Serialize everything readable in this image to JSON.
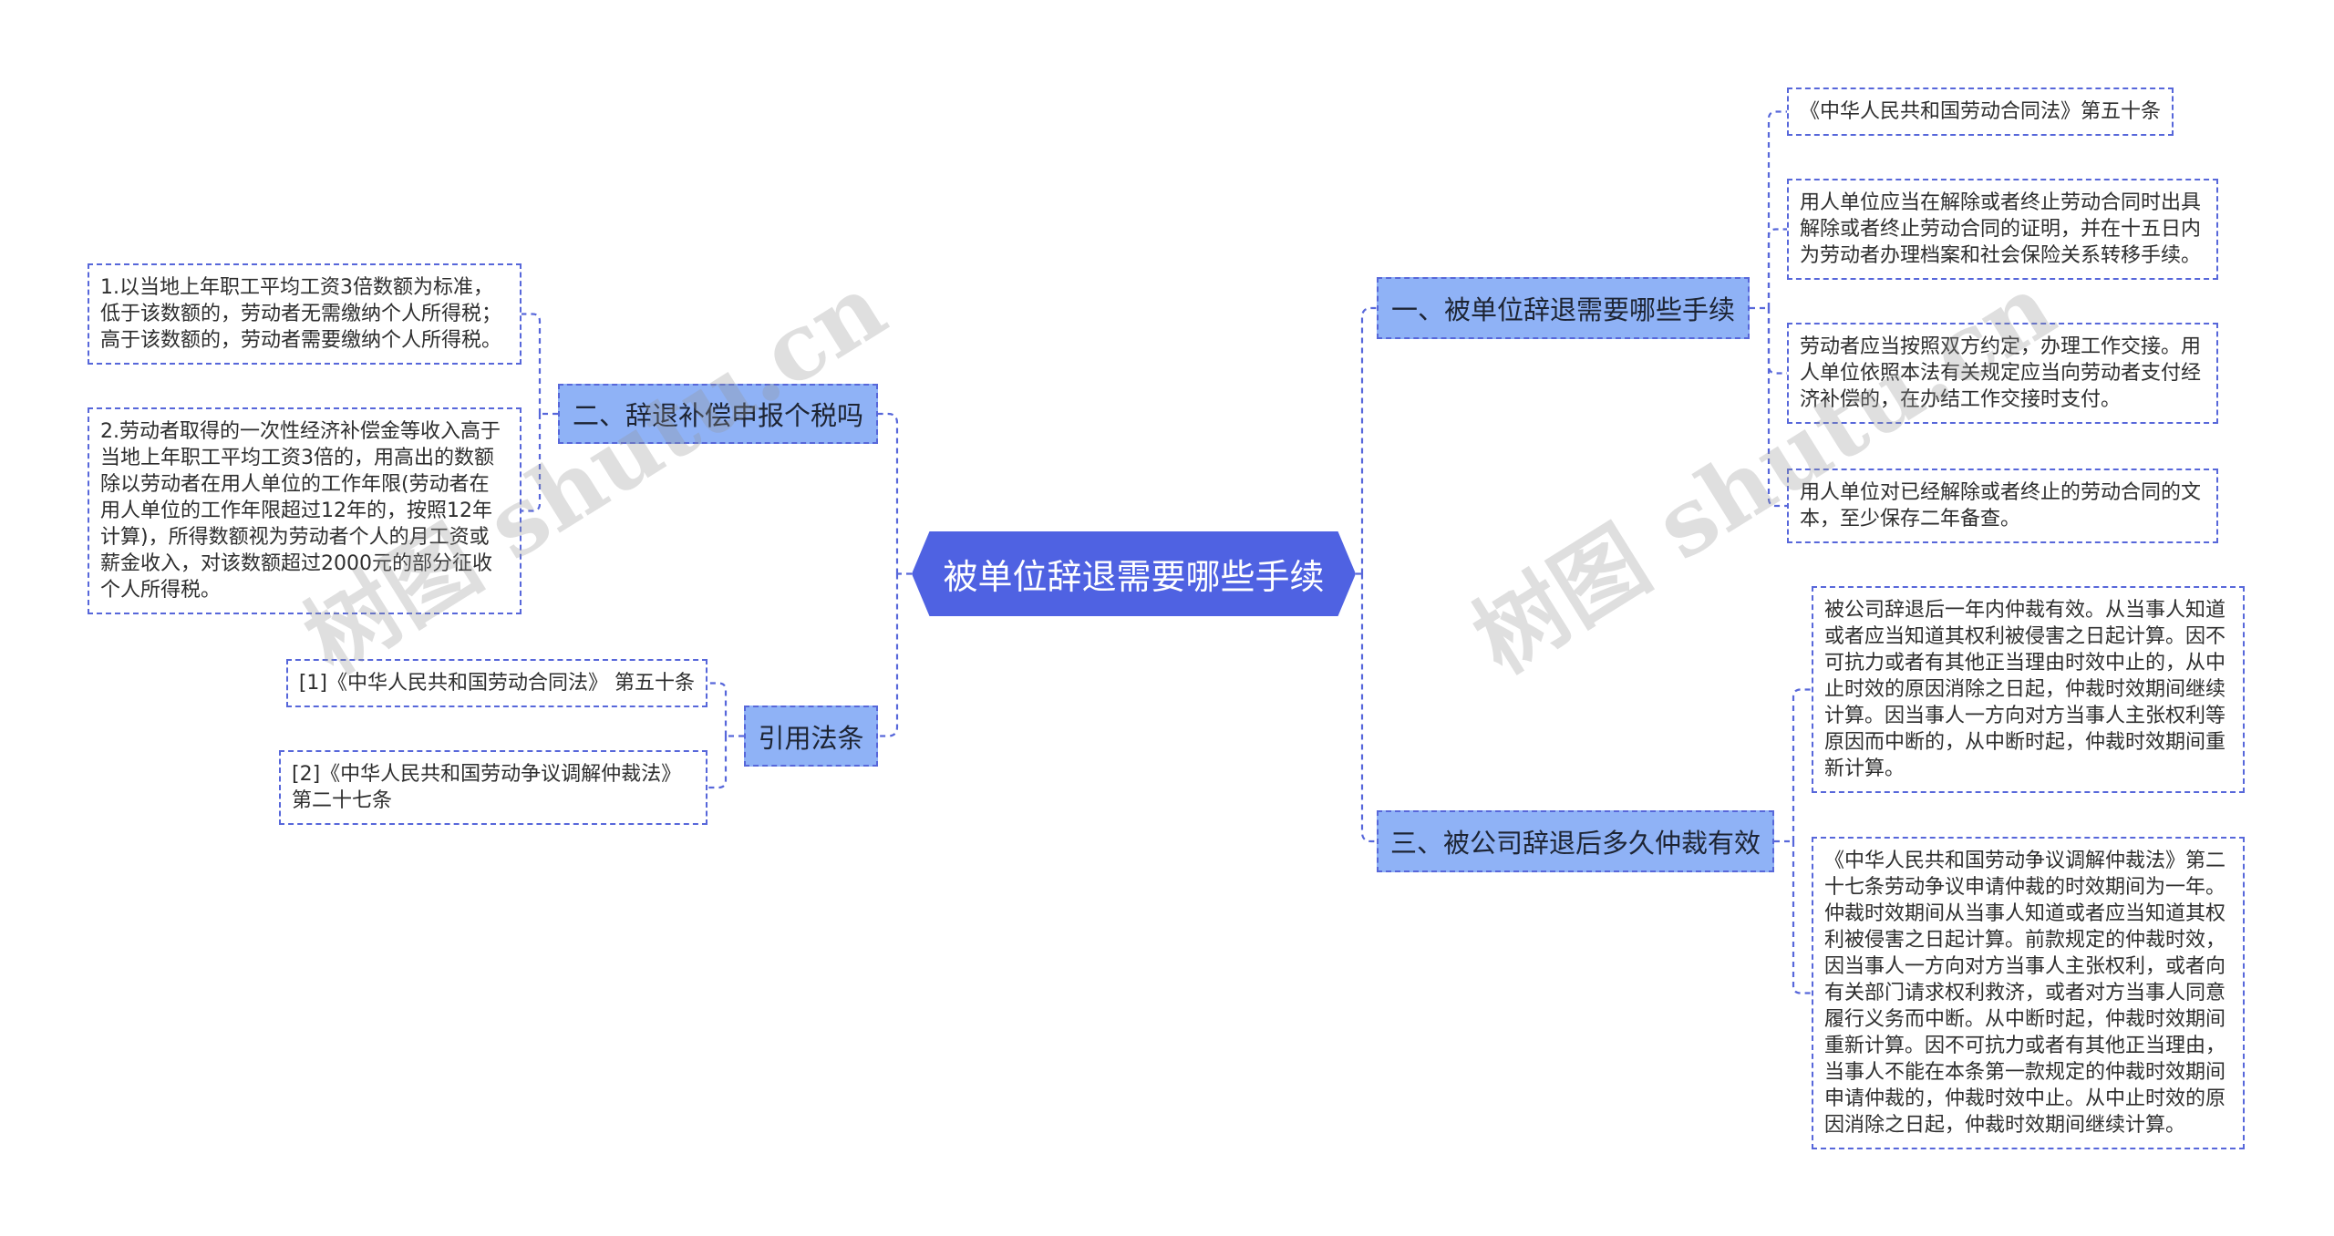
{
  "colors": {
    "root_fill": "#4f62e2",
    "root_text": "#ffffff",
    "branch_fill": "#8fb2f6",
    "branch_text": "#1d2433",
    "line": "#5767da",
    "leaf_fill": "#ffffff",
    "leaf_text": "#2e2e2e"
  },
  "watermark": [
    "树图 shutu.cn",
    "树图 shutu.cn"
  ],
  "mindmap": {
    "root": "被单位辞退需要哪些手续",
    "right": [
      {
        "label": "一、被单位辞退需要哪些手续",
        "children": [
          "《中华人民共和国劳动合同法》第五十条",
          "用人单位应当在解除或者终止劳动合同时出具解除或者终止劳动合同的证明，并在十五日内为劳动者办理档案和社会保险关系转移手续。",
          "劳动者应当按照双方约定，办理工作交接。用人单位依照本法有关规定应当向劳动者支付经济补偿的，在办结工作交接时支付。",
          "用人单位对已经解除或者终止的劳动合同的文本，至少保存二年备查。"
        ]
      },
      {
        "label": "三、被公司辞退后多久仲裁有效",
        "children": [
          "被公司辞退后一年内仲裁有效。从当事人知道或者应当知道其权利被侵害之日起计算。因不可抗力或者有其他正当理由时效中止的，从中止时效的原因消除之日起，仲裁时效期间继续计算。因当事人一方向对方当事人主张权利等原因而中断的，从中断时起，仲裁时效期间重新计算。",
          "《中华人民共和国劳动争议调解仲裁法》第二十七条劳动争议申请仲裁的时效期间为一年。仲裁时效期间从当事人知道或者应当知道其权利被侵害之日起计算。前款规定的仲裁时效，因当事人一方向对方当事人主张权利，或者向有关部门请求权利救济，或者对方当事人同意履行义务而中断。从中断时起，仲裁时效期间重新计算。因不可抗力或者有其他正当理由，当事人不能在本条第一款规定的仲裁时效期间申请仲裁的，仲裁时效中止。从中止时效的原因消除之日起，仲裁时效期间继续计算。"
        ]
      }
    ],
    "left": [
      {
        "label": "二、辞退补偿申报个税吗",
        "children": [
          "1.以当地上年职工平均工资3倍数额为标准，低于该数额的，劳动者无需缴纳个人所得税；高于该数额的，劳动者需要缴纳个人所得税。",
          "2.劳动者取得的一次性经济补偿金等收入高于当地上年职工平均工资3倍的，用高出的数额除以劳动者在用人单位的工作年限(劳动者在用人单位的工作年限超过12年的，按照12年计算)，所得数额视为劳动者个人的月工资或薪金收入，对该数额超过2000元的部分征收个人所得税。"
        ]
      },
      {
        "label": "引用法条",
        "children": [
          "[1]《中华人民共和国劳动合同法》 第五十条",
          "[2]《中华人民共和国劳动争议调解仲裁法》第二十七条"
        ]
      }
    ]
  }
}
